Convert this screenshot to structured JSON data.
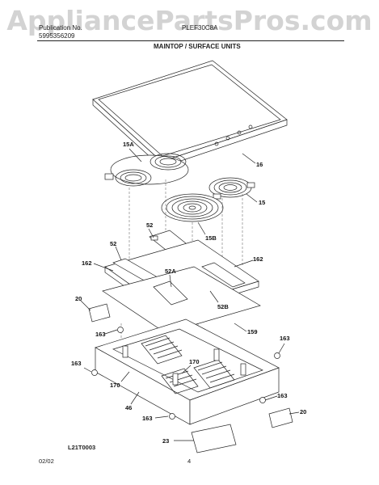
{
  "header": {
    "publication_label": "Publication No.",
    "publication_no": "5995356209",
    "model": "PLEF30C8A",
    "section_title": "MAINTOP / SURFACE UNITS"
  },
  "watermark": "AppliancePartsPros.com",
  "callouts": {
    "c15A": "15A",
    "c16": "16",
    "c15": "15",
    "c15B": "15B",
    "c52_top": "52",
    "c52_left": "52",
    "c162_left": "162",
    "c162_right": "162",
    "c52A": "52A",
    "c52B": "52B",
    "c20_left": "20",
    "c163_left": "163",
    "c159": "159",
    "c163_right": "163",
    "c163_farleft": "163",
    "c170_left": "170",
    "c170_mid": "170",
    "c46": "46",
    "c163_bottomright": "163",
    "c163_bottom": "163",
    "c20_right": "20",
    "c23": "23"
  },
  "footer": {
    "figure_code": "L21T0003",
    "date": "02/02",
    "page": "4"
  }
}
